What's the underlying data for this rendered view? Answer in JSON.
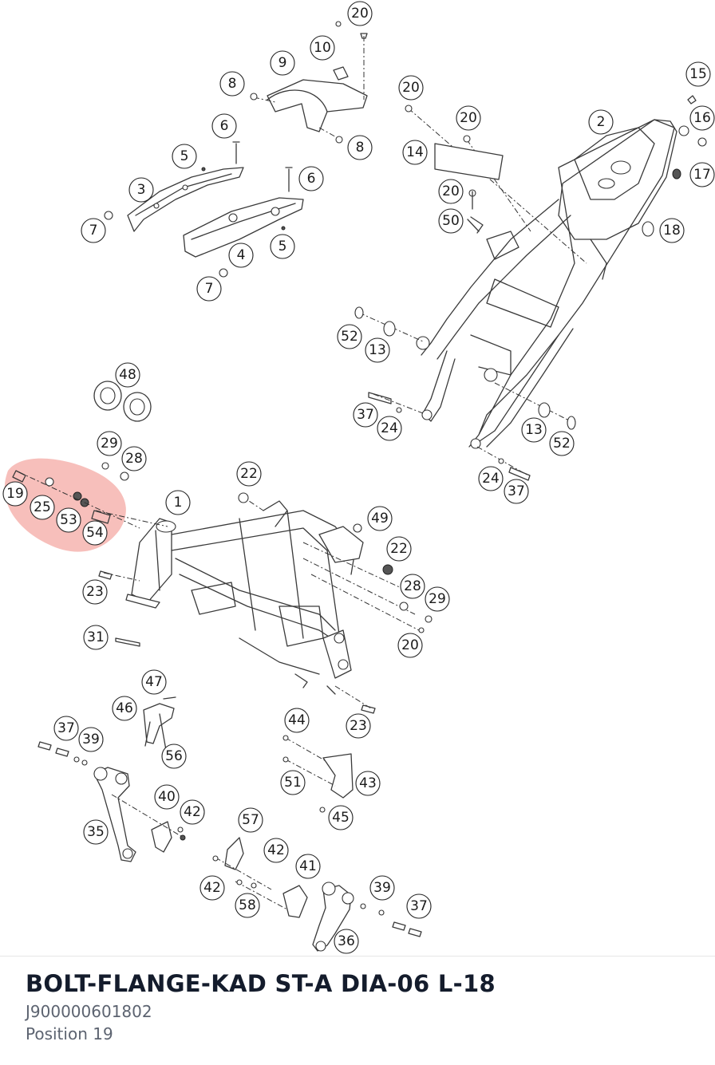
{
  "part": {
    "title": "BOLT-FLANGE-KAD ST-A DIA-06 L-18",
    "number": "J900000601802",
    "position": "Position 19"
  },
  "highlight": {
    "color": "#f08a84",
    "selected_callout": "19"
  },
  "callouts": {
    "c1": "1",
    "c2": "2",
    "c3": "3",
    "c4": "4",
    "c5a": "5",
    "c5b": "5",
    "c6a": "6",
    "c6b": "6",
    "c7a": "7",
    "c7b": "7",
    "c8a": "8",
    "c8b": "8",
    "c9": "9",
    "c10": "10",
    "c13a": "13",
    "c13b": "13",
    "c14": "14",
    "c15": "15",
    "c16": "16",
    "c17": "17",
    "c18": "18",
    "c19": "19",
    "c20a": "20",
    "c20b": "20",
    "c20c": "20",
    "c20d": "20",
    "c20e": "20",
    "c22a": "22",
    "c22b": "22",
    "c23a": "23",
    "c23b": "23",
    "c24a": "24",
    "c24b": "24",
    "c25": "25",
    "c28a": "28",
    "c28b": "28",
    "c29a": "29",
    "c29b": "29",
    "c31": "31",
    "c35": "35",
    "c36": "36",
    "c37a": "37",
    "c37b": "37",
    "c37c": "37",
    "c37d": "37",
    "c39a": "39",
    "c39b": "39",
    "c40": "40",
    "c41": "41",
    "c42a": "42",
    "c42b": "42",
    "c42c": "42",
    "c43": "43",
    "c44": "44",
    "c45": "45",
    "c46": "46",
    "c47": "47",
    "c48": "48",
    "c49": "49",
    "c50": "50",
    "c51": "51",
    "c52a": "52",
    "c52b": "52",
    "c53": "53",
    "c54": "54",
    "c56": "56",
    "c57": "57",
    "c58": "58"
  }
}
